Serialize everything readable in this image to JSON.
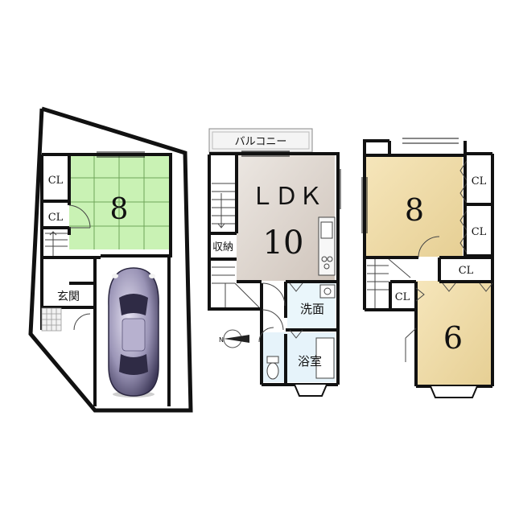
{
  "floor1": {
    "closet_top": "CL",
    "closet_mid": "CL",
    "room_size": "8",
    "entrance": "玄関"
  },
  "floor2": {
    "balcony": "バルコニー",
    "ldk_label": "ＬＤＫ",
    "ldk_size": "10",
    "storage": "収納",
    "washroom": "洗面",
    "bathroom": "浴室"
  },
  "floor3": {
    "closet_right_top": "CL",
    "closet_right_mid": "CL",
    "closet_center": "CL",
    "closet_stair": "CL",
    "room_a_size": "8",
    "room_b_size": "6"
  },
  "colors": {
    "tatami": "#c9f2b4",
    "ldk_wood": "#ddd6d0",
    "room_wood": "#f1dca8",
    "wall": "#111111"
  }
}
